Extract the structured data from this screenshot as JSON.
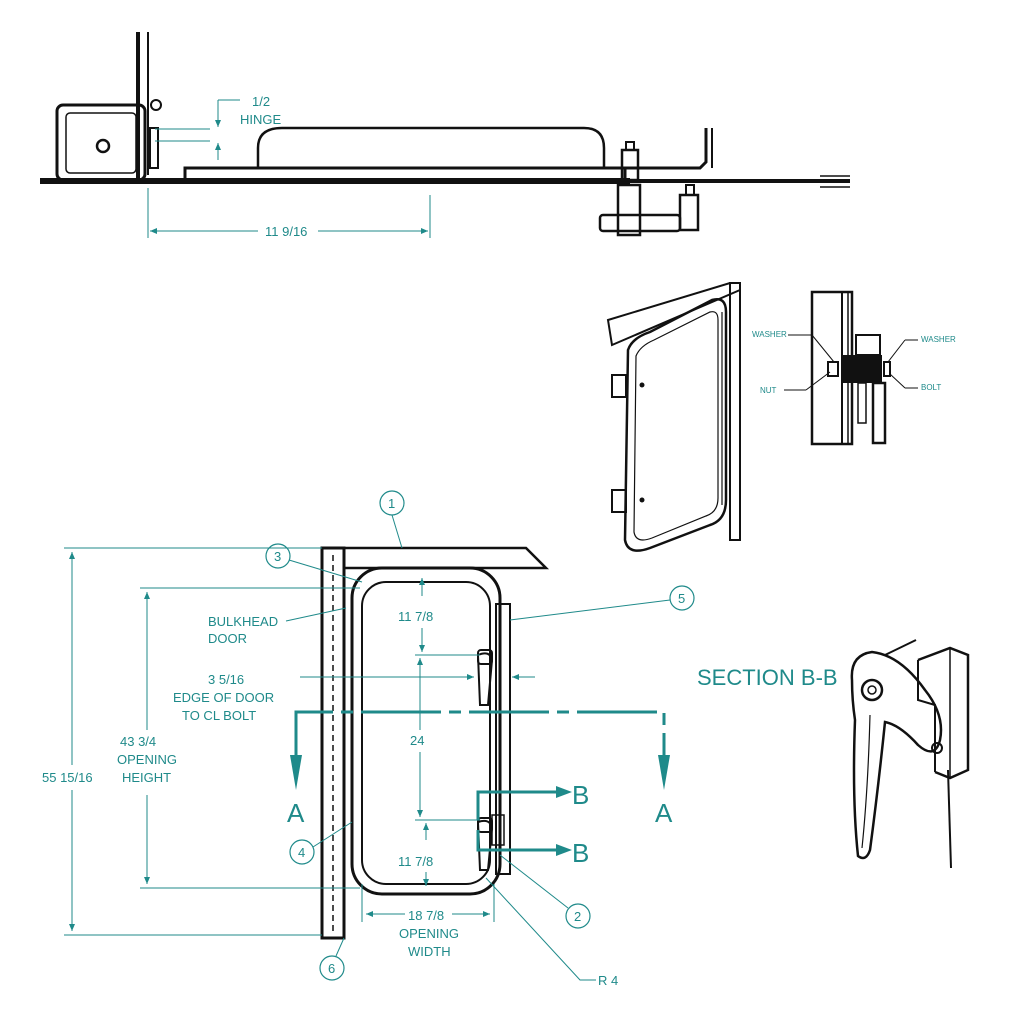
{
  "colors": {
    "annotation": "#1f8a8a",
    "line": "#111111",
    "background": "#ffffff"
  },
  "top_view": {
    "hinge_dim": "1/2",
    "hinge_label": "HINGE",
    "width_dim": "11 9/16"
  },
  "bolt_detail": {
    "washer_left": "WASHER",
    "nut": "NUT",
    "washer_right": "WASHER",
    "bolt": "BOLT"
  },
  "section": {
    "title": "SECTION B-B"
  },
  "front_view": {
    "callouts": [
      "1",
      "2",
      "3",
      "4",
      "5",
      "6"
    ],
    "bulkhead_line1": "BULKHEAD",
    "bulkhead_line2": "DOOR",
    "edge_dim": "3 5/16",
    "edge_line1": "EDGE OF DOOR",
    "edge_line2": "TO CL BOLT",
    "top_margin": "11 7/8",
    "bolt_spacing": "24",
    "bottom_margin": "11 7/8",
    "opening_height_dim": "43 3/4",
    "opening_height_line1": "OPENING",
    "opening_height_line2": "HEIGHT",
    "overall_height": "55 15/16",
    "opening_width_dim": "18 7/8",
    "opening_width_line1": "OPENING",
    "opening_width_line2": "WIDTH",
    "radius": "R 4",
    "section_a": "A",
    "section_b": "B"
  }
}
